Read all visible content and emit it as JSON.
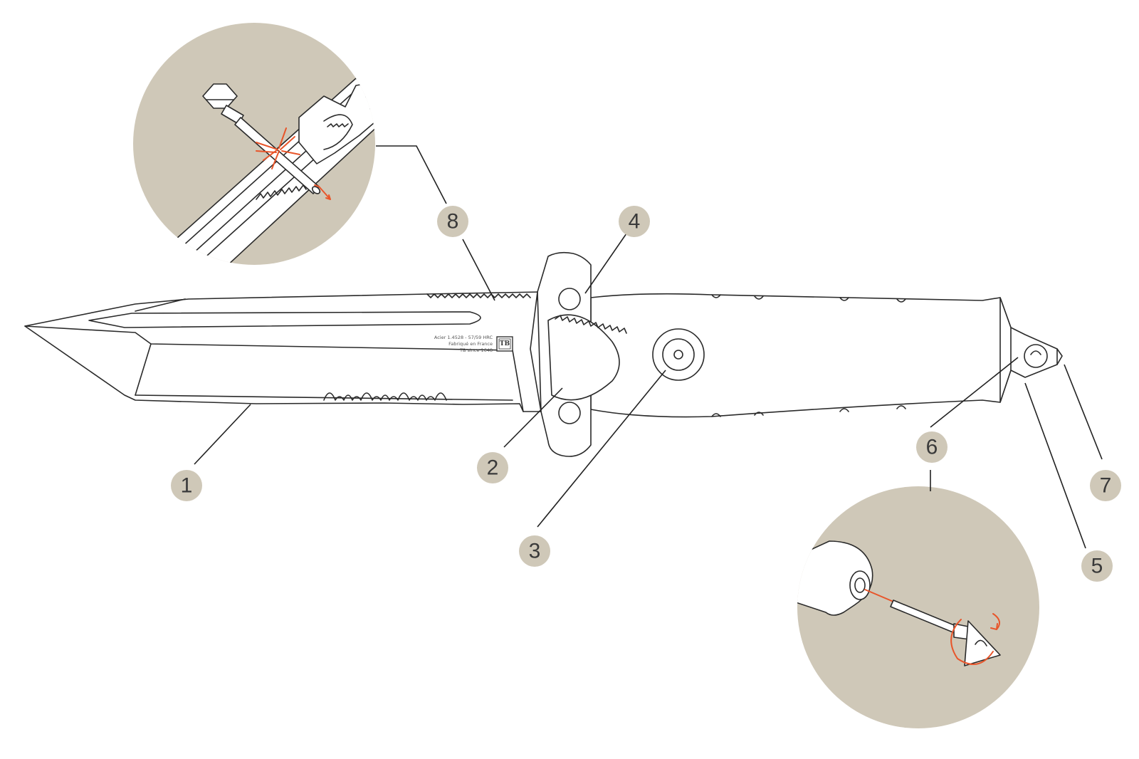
{
  "callouts": [
    {
      "id": "1",
      "label": "1"
    },
    {
      "id": "2",
      "label": "2"
    },
    {
      "id": "3",
      "label": "3"
    },
    {
      "id": "4",
      "label": "4"
    },
    {
      "id": "5",
      "label": "5"
    },
    {
      "id": "6",
      "label": "6"
    },
    {
      "id": "7",
      "label": "7"
    },
    {
      "id": "8",
      "label": "8"
    }
  ],
  "engraving": {
    "line1": "Acier 1.4528 - 57/59 HRC",
    "line2": "Fabriqué en France",
    "line3": "TB since 1648",
    "logo": "TB"
  },
  "colors": {
    "badge": "#cfc8b8",
    "detail_circle": "#cfc8b8",
    "accent": "#e8552a",
    "outline": "#2a2a2a"
  }
}
